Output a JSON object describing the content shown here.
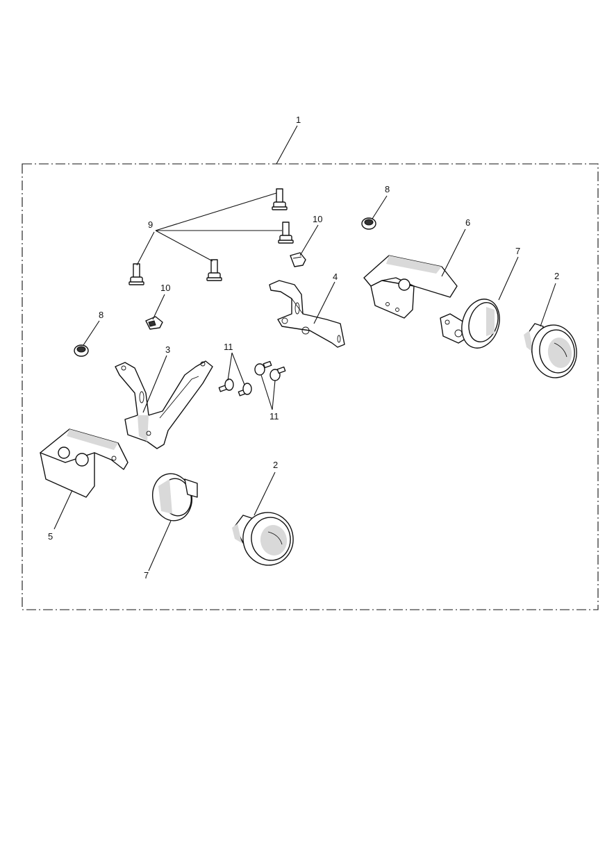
{
  "diagram": {
    "callouts": {
      "kit": "1",
      "lamp_a": "2",
      "lamp_b": "2",
      "bracket_left": "3",
      "bracket_right": "4",
      "cover_left": "5",
      "cover_right": "6",
      "bezel_right": "7",
      "bezel_left": "7",
      "nut_right": "8",
      "nut_left": "8",
      "bolts": "9",
      "clip_right": "10",
      "clip_left": "10",
      "screws_upper": "11",
      "screws_lower": "11"
    }
  }
}
